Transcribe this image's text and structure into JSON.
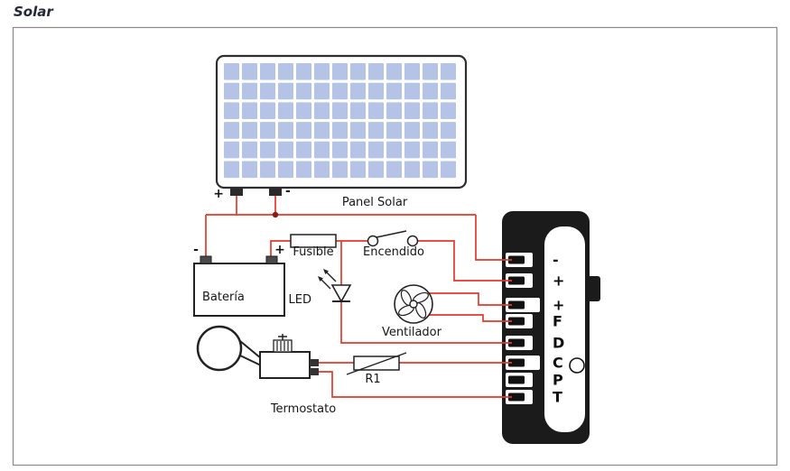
{
  "page": {
    "title": "Solar"
  },
  "diagram": {
    "panel": {
      "label": "Panel Solar",
      "plus": "+",
      "minus": "-"
    },
    "battery": {
      "label": "Batería",
      "minus": "-",
      "plus": "+"
    },
    "fuse": {
      "label": "Fusible"
    },
    "switch": {
      "label": "Encendido"
    },
    "led": {
      "label": "LED"
    },
    "fan": {
      "label": "Ventilador"
    },
    "resistor": {
      "label": "R1"
    },
    "thermostat": {
      "label": "Termostato"
    },
    "connector": {
      "terminals": [
        "-",
        "+",
        "+",
        "F",
        "D",
        "C",
        "P",
        "T"
      ]
    },
    "colors": {
      "wire": "#e5382a",
      "junction": "#8c1a12",
      "panel_cell": "#b5c4e6",
      "connector_body": "#1b1b1b",
      "outline": "#222222"
    }
  }
}
